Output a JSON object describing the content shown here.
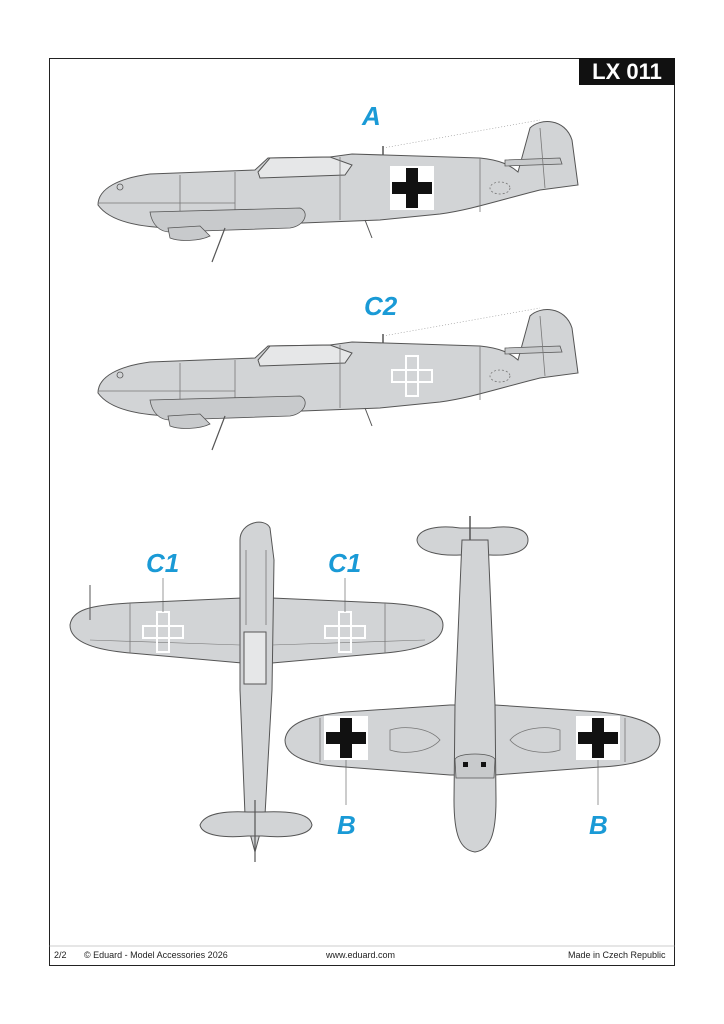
{
  "sheet_code": "LX 011",
  "labels": {
    "a": "A",
    "c2": "C2",
    "c1_left": "C1",
    "c1_right": "C1",
    "b_left": "B",
    "b_right": "B"
  },
  "footer": {
    "page": "2/2",
    "copyright": "© Eduard - Model Accessories 2026",
    "website": "www.eduard.com",
    "made_in": "Made in Czech Republic"
  },
  "colors": {
    "label": "#1a9ad6",
    "aircraft_grey": "#d2d4d6",
    "outline": "#555555",
    "cross_black": "#111111",
    "cross_white": "#ffffff"
  }
}
